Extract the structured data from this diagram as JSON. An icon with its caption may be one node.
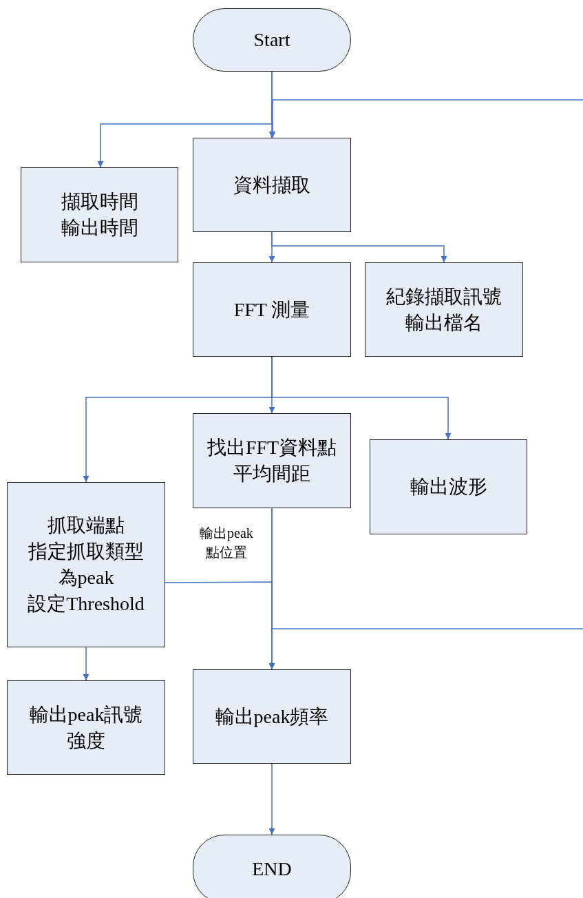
{
  "diagram": {
    "nodes": [
      {
        "text": [
          "Start"
        ]
      },
      {
        "text": [
          "擷取時間",
          "輸出時間"
        ]
      },
      {
        "text": [
          "資料擷取"
        ]
      },
      {
        "text": [
          "FFT 測量"
        ]
      },
      {
        "text": [
          "紀錄擷取訊號",
          "輸出檔名"
        ]
      },
      {
        "text": [
          "找出FFT資料點",
          "平均間距"
        ]
      },
      {
        "text": [
          "輸出波形"
        ]
      },
      {
        "text": [
          "抓取端點",
          "指定抓取類型",
          "為peak",
          "設定Threshold"
        ]
      },
      {
        "text": [
          "輸出peak訊號強度"
        ]
      },
      {
        "text": [
          "輸出peak頻率"
        ]
      },
      {
        "text": [
          "END"
        ]
      }
    ],
    "edges": [
      {
        "from": 0,
        "to": 2,
        "arrow": "to"
      },
      {
        "from": 0,
        "to": 1,
        "arrow": "to"
      },
      {
        "from": null,
        "to": 2,
        "arrow": "to"
      },
      {
        "from": 2,
        "to": 3,
        "arrow": "to"
      },
      {
        "from": 2,
        "to": 4,
        "arrow": "to"
      },
      {
        "from": 3,
        "to": 5,
        "arrow": "to"
      },
      {
        "from": 3,
        "to": 7,
        "arrow": "to"
      },
      {
        "from": 3,
        "to": 6,
        "arrow": "to"
      },
      {
        "from": 5,
        "to": 9,
        "arrow": "to",
        "label": "輸出peak點位置"
      },
      {
        "from": 7,
        "to": 9,
        "arrow": "to"
      },
      {
        "from": 5,
        "to": null,
        "arrow": "none"
      },
      {
        "from": 7,
        "to": 8,
        "arrow": "to"
      },
      {
        "from": 9,
        "to": 10,
        "arrow": "to"
      }
    ]
  }
}
